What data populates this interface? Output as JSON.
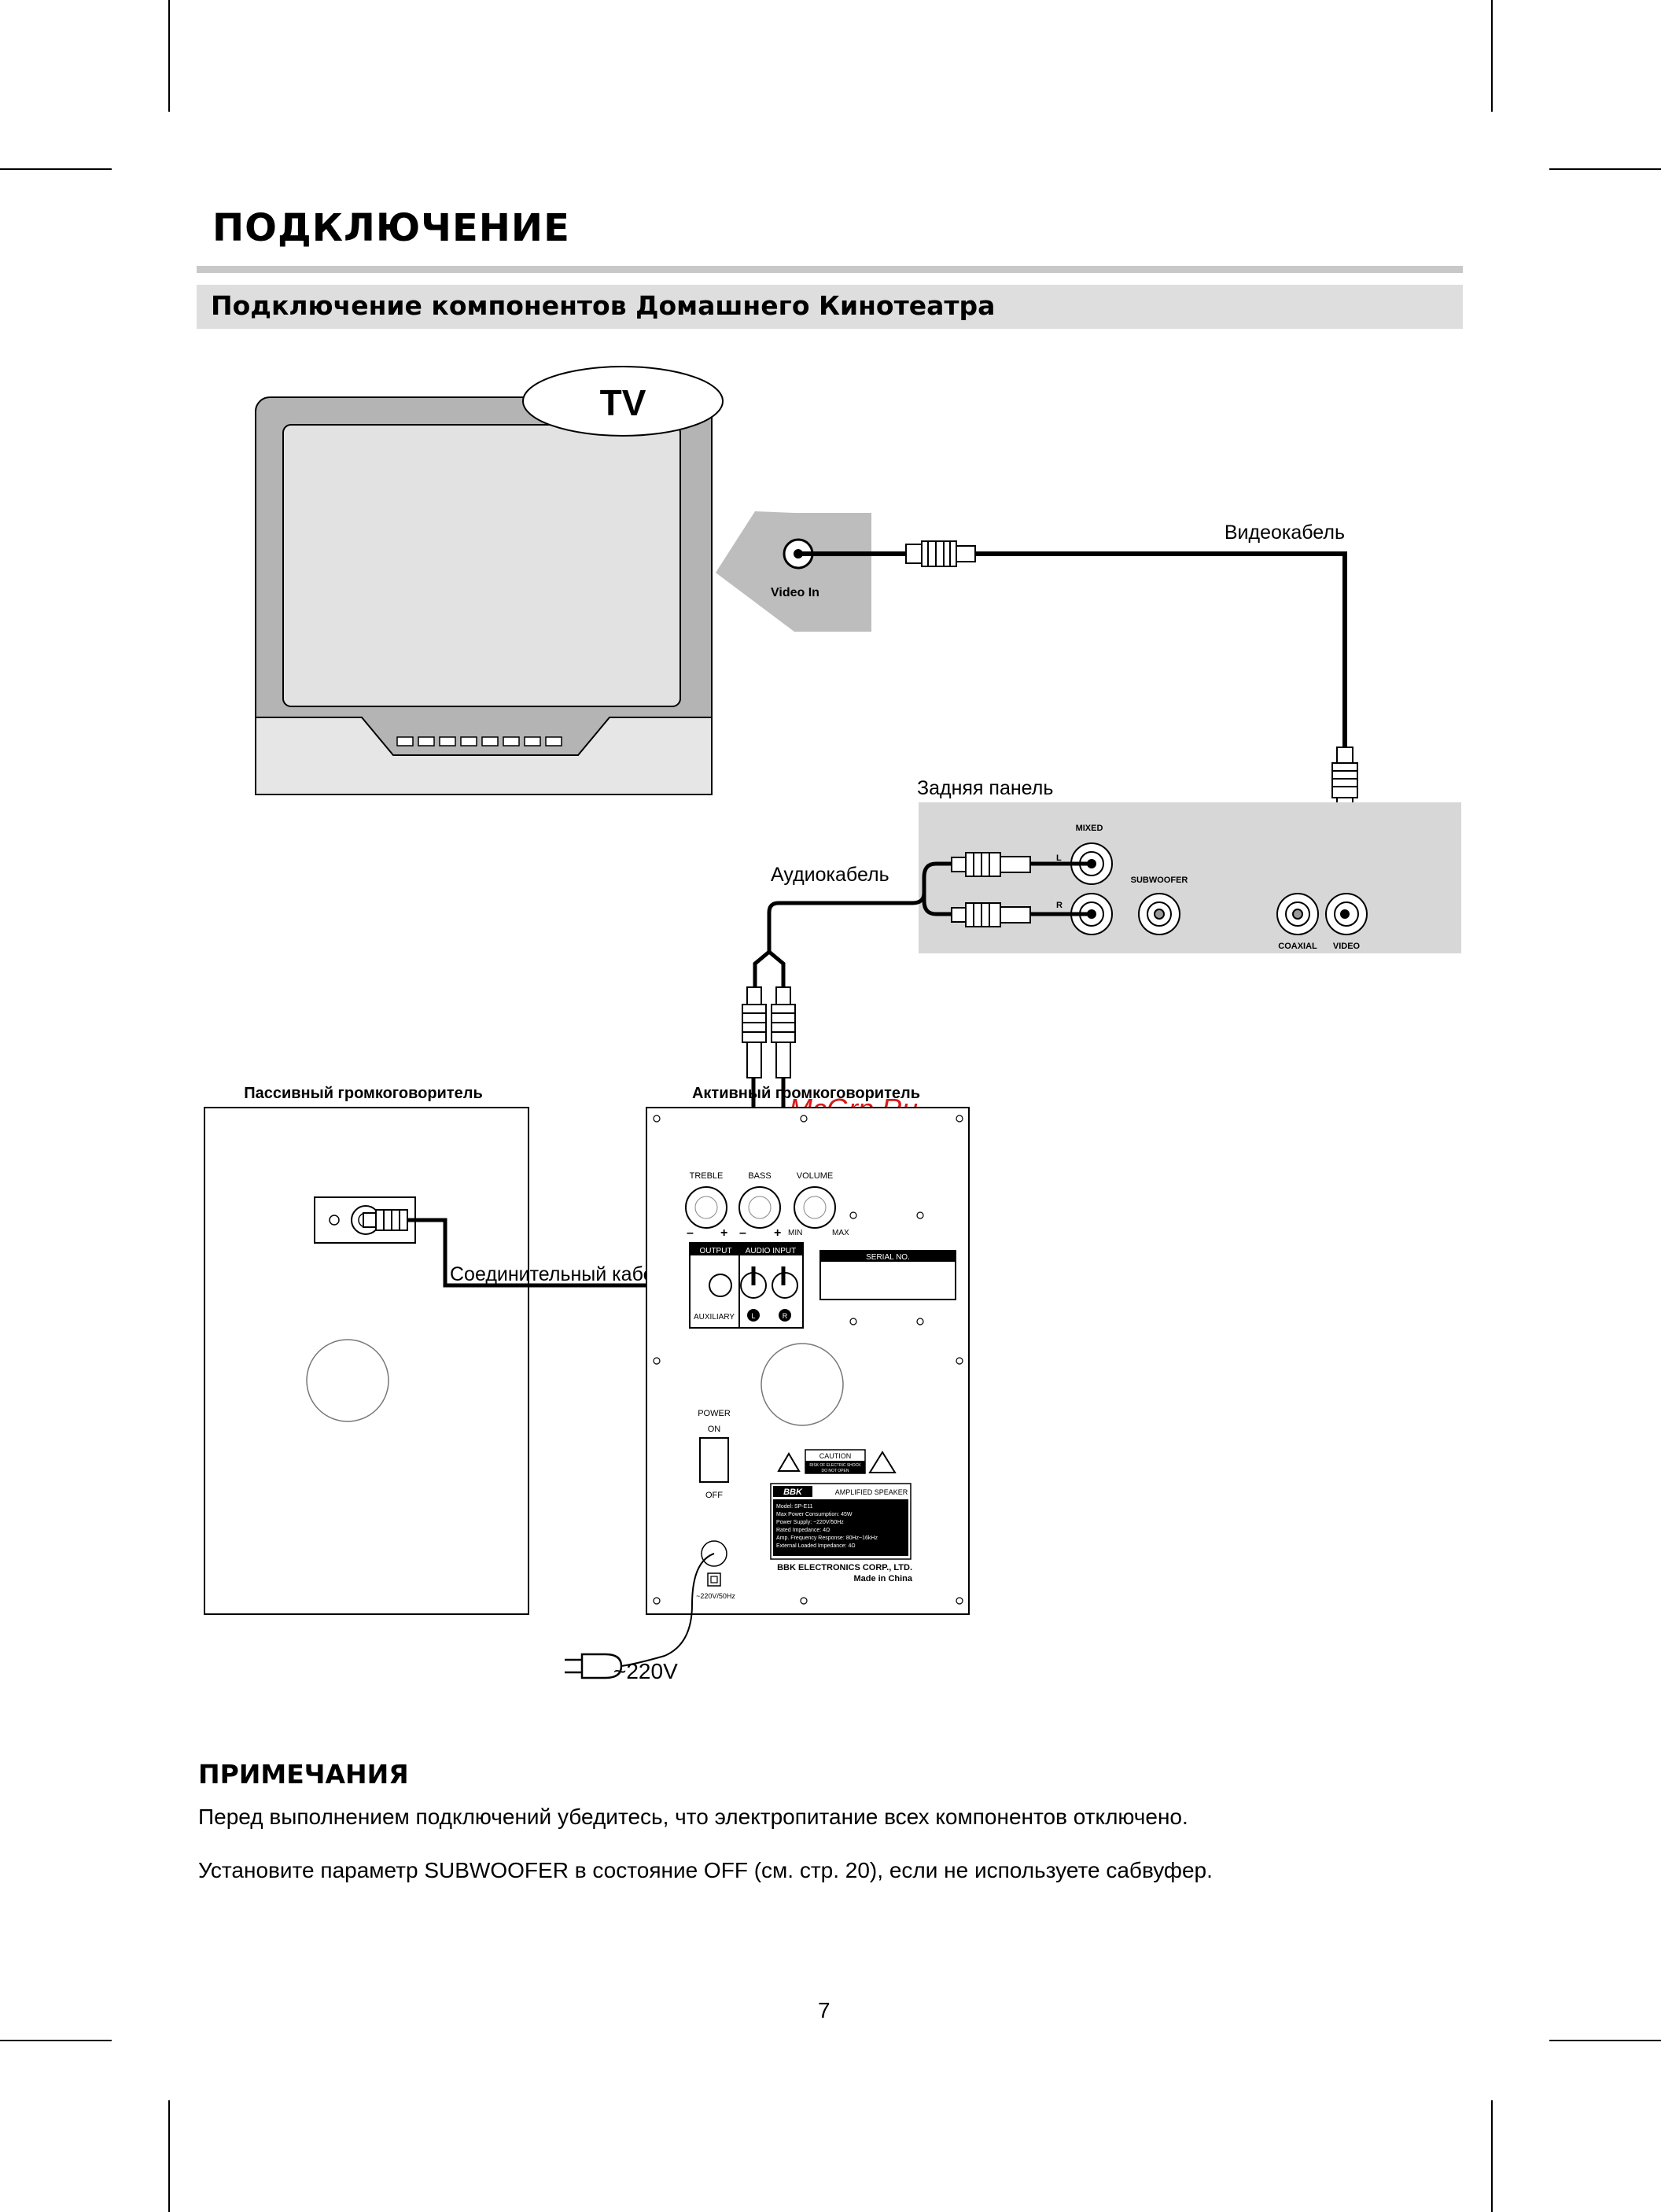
{
  "page": {
    "title": "ПОДКЛЮЧЕНИЕ",
    "section_title": "Подключение компонентов Домашнего Кинотеатра",
    "page_number": "7"
  },
  "diagram": {
    "tv_label": "TV",
    "video_in": "Video In",
    "video_cable": "Видеокабель",
    "rear_panel": "Задняя панель",
    "audio_cable": "Аудиокабель",
    "mixed": "MIXED",
    "l": "L",
    "r": "R",
    "subwoofer": "SUBWOOFER",
    "coaxial": "COAXIAL",
    "video": "VIDEO",
    "passive_speaker": "Пассивный громкоговоритель",
    "active_speaker": "Активный громкоговоритель",
    "watermark": "McGrp.Ru",
    "connecting_cable": "Соединительный кабель",
    "treble": "TREBLE",
    "bass": "BASS",
    "volume": "VOLUME",
    "minus": "–",
    "plus": "+",
    "min": "MIN",
    "max": "MAX",
    "output": "OUTPUT",
    "audio_input": "AUDIO INPUT",
    "auxiliary": "AUXILIARY",
    "serial_no": "SERIAL NO.",
    "power": "POWER",
    "on": "ON",
    "off": "OFF",
    "caution": "CAUTION",
    "caution_line1": "RISK OF ELECTRIC SHOCK",
    "caution_line2": "DO NOT OPEN",
    "brand": "BBK",
    "amplified_speaker": "AMPLIFIED SPEAKER",
    "spec_lines": [
      "Model: SP-E11",
      "Max Power Consumption: 45W",
      "Power Supply: ~220V/50Hz",
      "Rated Impedance: 4Ω",
      "Amp. Frequency Response: 80Hz~16kHz",
      "External Loaded Impedance: 4Ω"
    ],
    "manufacturer": "BBK ELECTRONICS CORP., LTD.",
    "made_in": "Made in China",
    "power_rating": "~220V/50Hz",
    "mains": "~220V"
  },
  "notes": {
    "title": "ПРИМЕЧАНИЯ",
    "items": [
      "Перед выполнением подключений убедитесь, что электропитание всех компонентов отключено.",
      "Установите параметр SUBWOOFER в состояние OFF (см. стр. 20), если не используете сабвуфер."
    ]
  }
}
